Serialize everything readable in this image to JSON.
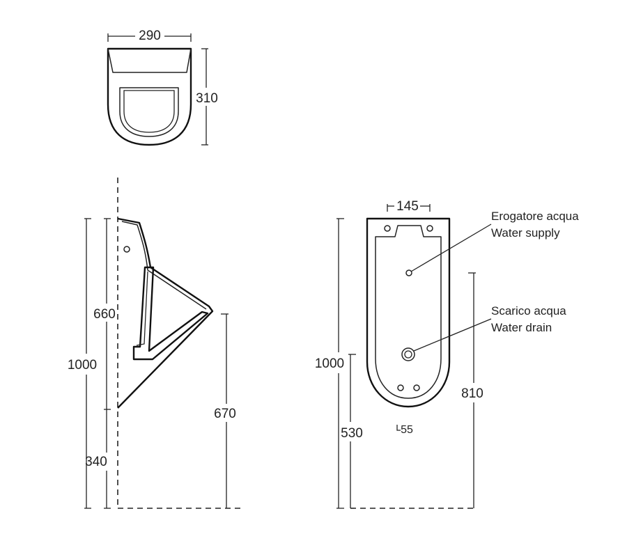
{
  "top_view": {
    "width_dim": "290",
    "depth_dim": "310"
  },
  "side_view": {
    "total_height_dim": "1000",
    "bowl_height_dim": "660",
    "floor_to_bowl_dim": "340",
    "floor_to_lip_dim": "670"
  },
  "front_view": {
    "top_holes_dim": "145",
    "total_height_dim": "1000",
    "drain_height_dim": "530",
    "lip_height_dim": "810",
    "bottom_holes_dim": "55",
    "labels": {
      "water_supply_it": "Erogatore acqua",
      "water_supply_en": "Water supply",
      "water_drain_it": "Scarico acqua",
      "water_drain_en": "Water drain"
    }
  }
}
